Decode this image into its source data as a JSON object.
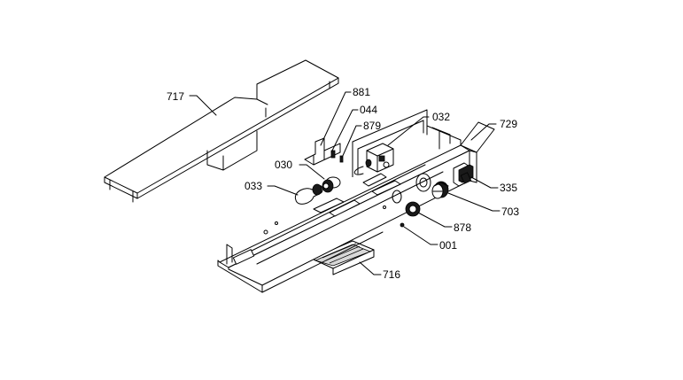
{
  "labels": {
    "l717": "717",
    "l881": "881",
    "l044": "044",
    "l879": "879",
    "l032": "032",
    "l729": "729",
    "l030": "030",
    "l033": "033",
    "l335": "335",
    "l703": "703",
    "l878": "878",
    "l001": "001",
    "l716": "716"
  }
}
